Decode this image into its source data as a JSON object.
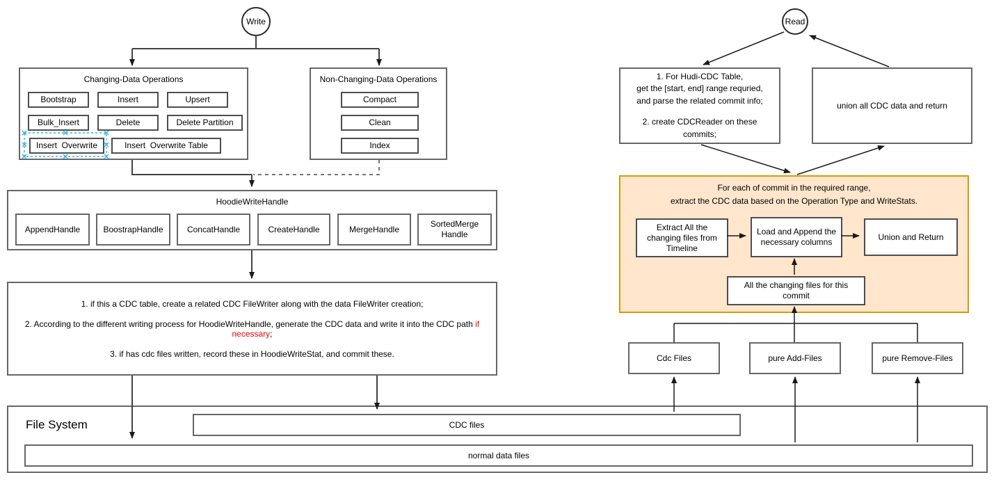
{
  "write_flow": {
    "write_label": "Write",
    "changing_ops": {
      "title": "Changing-Data Operations",
      "items": [
        "Bootstrap",
        "Insert",
        "Upsert",
        "Bulk_Insert",
        "Delete",
        "Delete Partition",
        "Insert  Overwrite",
        "Insert  Overwrite Table"
      ]
    },
    "non_changing_ops": {
      "title": "Non-Changing-Data Operations",
      "items": [
        "Compact",
        "Clean",
        "Index"
      ]
    },
    "write_handle": {
      "title": "HoodieWriteHandle",
      "items": [
        "AppendHandle",
        "BoostrapHandle",
        "ConcatHandle",
        "CreateHandle",
        "MergeHandle",
        "SortedMerge\nHandle"
      ]
    },
    "cdc_steps": {
      "line1": "1. if this a CDC table, create a related CDC FileWriter along with the data FileWriter creation;",
      "line2_prefix": "2. According to the different writing process for HoodieWriteHandle, generate the CDC data and write it into the CDC path ",
      "line2_highlight": "if necessary",
      "line2_suffix": ";",
      "line3": "3. if has cdc files written, record these in HoodieWriteStat, and commit these."
    }
  },
  "read_flow": {
    "read_label": "Read",
    "reader_box": {
      "line1": "1. For Hudi-CDC Table,",
      "line2": "get the [start, end] range requried,",
      "line3": "and parse the related commit info;",
      "line4": "2. create CDCReader on these",
      "line5": "commits;"
    },
    "union_box": "union all CDC data and return",
    "per_commit": {
      "title_line1": "For each of commit in the required range,",
      "title_line2": "extract the CDC data based on the Operation Type and WriteStats.",
      "extract_box": "Extract All the changing files from Timeline",
      "load_box": "Load and Append the necessary columns",
      "union_return_box": "Union and Return",
      "all_changing_box": "All the changing files for this commit"
    },
    "file_nodes": [
      "Cdc Files",
      "pure Add-Files",
      "pure Remove-Files"
    ]
  },
  "file_system": {
    "title": "File System",
    "cdc_files": "CDC files",
    "normal_files": "normal data files"
  },
  "colors": {
    "highlight_red": "#FF0000",
    "orange_fill": "#FFE6CC",
    "orange_border": "#D79B00",
    "selection_blue": "#29B6F2"
  }
}
